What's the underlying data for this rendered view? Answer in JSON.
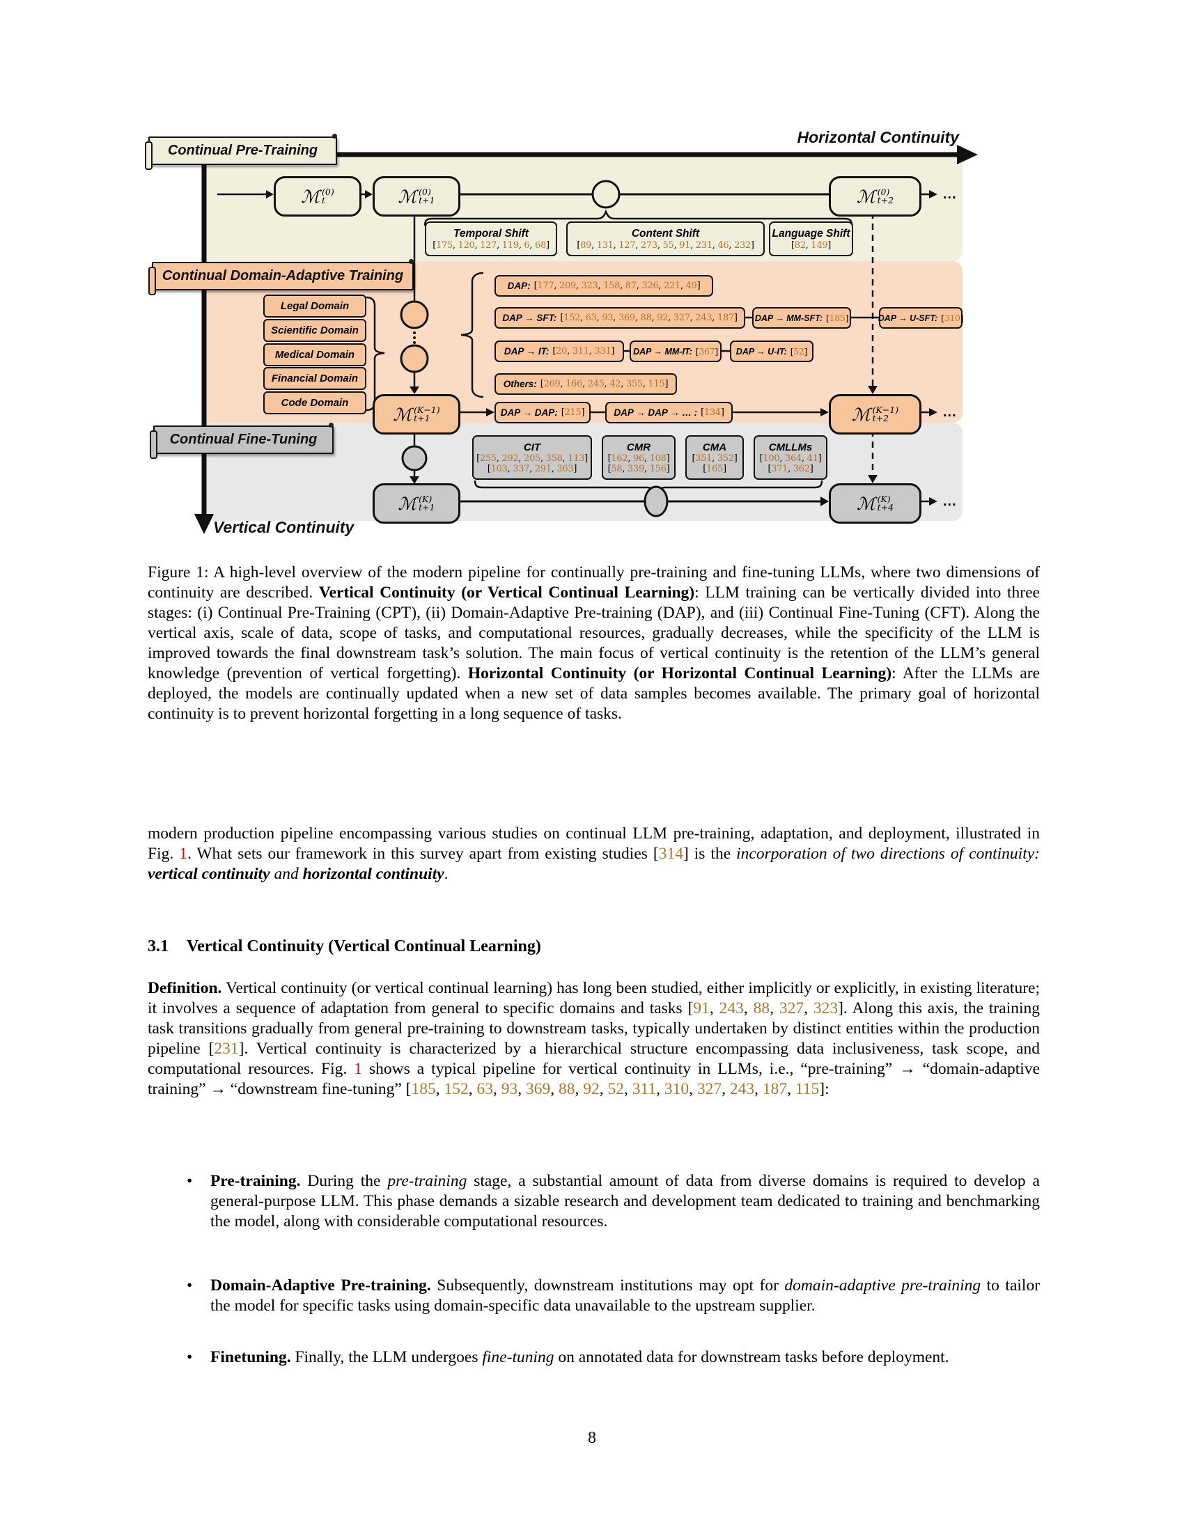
{
  "figure": {
    "h_axis": "Horizontal Continuity",
    "v_axis": "Vertical Continuity",
    "ellipsis": "...",
    "banners": {
      "cpt": "Continual Pre-Training",
      "dap": "Continual Domain-Adaptive Training",
      "cft": "Continual Fine-Tuning"
    },
    "nodes": {
      "m_t0": {
        "m": "ℳ",
        "sup": "(0)",
        "sub": "t"
      },
      "m_t1_0": {
        "m": "ℳ",
        "sup": "(0)",
        "sub": "t+1"
      },
      "m_t2_0": {
        "m": "ℳ",
        "sup": "(0)",
        "sub": "t+2"
      },
      "m_t1_k1": {
        "m": "ℳ",
        "sup": "(K−1)",
        "sub": "t+1"
      },
      "m_t2_k1": {
        "m": "ℳ",
        "sup": "(K−1)",
        "sub": "t+2"
      },
      "m_t1_k": {
        "m": "ℳ",
        "sup": "(K)",
        "sub": "t+1"
      },
      "m_t4_k": {
        "m": "ℳ",
        "sup": "(K)",
        "sub": "t+4"
      }
    },
    "shift_boxes": [
      {
        "title": "Temporal Shift",
        "cites": [
          175,
          120,
          127,
          119,
          6,
          68
        ]
      },
      {
        "title": "Content Shift",
        "cites": [
          89,
          131,
          127,
          273,
          55,
          91,
          231,
          46,
          232
        ]
      },
      {
        "title": "Language Shift",
        "cites": [
          82,
          149
        ]
      }
    ],
    "domains": [
      "Legal Domain",
      "Scientific Domain",
      "Medical Domain",
      "Financial Domain",
      "Code Domain"
    ],
    "dap_boxes": {
      "dap": {
        "label": "DAP:",
        "cites": [
          177,
          209,
          323,
          158,
          87,
          326,
          221,
          49
        ]
      },
      "sft": {
        "label": "DAP → SFT:",
        "cites": [
          152,
          63,
          93,
          369,
          88,
          92,
          327,
          243,
          187
        ]
      },
      "mm_sft": {
        "label": "DAP → MM-SFT:",
        "cites": [
          185
        ]
      },
      "u_sft": {
        "label": "DAP → U-SFT:",
        "cites": [
          310
        ]
      },
      "it": {
        "label": "DAP → IT:",
        "cites": [
          20,
          311,
          331
        ]
      },
      "mm_it": {
        "label": "DAP → MM-IT:",
        "cites": [
          367
        ]
      },
      "u_it": {
        "label": "DAP → U-IT:",
        "cites": [
          52
        ]
      },
      "others": {
        "label": "Others:",
        "cites": [
          269,
          166,
          245,
          42,
          355,
          115
        ]
      },
      "dap2dap": {
        "label": "DAP → DAP:",
        "cites": [
          215
        ]
      },
      "dap2dap_more": {
        "label": "DAP → DAP → … :",
        "cites": [
          134
        ]
      }
    },
    "cft_boxes": [
      {
        "title": "CIT",
        "cites1": [
          255,
          292,
          205,
          358,
          113
        ],
        "cites2": [
          103,
          337,
          291,
          363
        ]
      },
      {
        "title": "CMR",
        "cites1": [
          162,
          96,
          108
        ],
        "cites2": [
          58,
          339,
          156
        ]
      },
      {
        "title": "CMA",
        "cites1": [
          351,
          352
        ],
        "cites2": [
          165
        ]
      },
      {
        "title": "CMLLMs",
        "cites1": [
          100,
          364,
          41
        ],
        "cites2": [
          371,
          362
        ]
      }
    ]
  },
  "caption": {
    "segments": [
      {
        "t": "Figure 1: A high-level overview of the modern pipeline for continually pre-training and fine-tuning LLMs, where two dimensions of continuity are described. "
      },
      {
        "t": "Vertical Continuity (or Vertical Continual Learning)",
        "c": "b"
      },
      {
        "t": ": LLM training can be vertically divided into three stages: (i) Continual Pre-Training (CPT), (ii) Domain-Adaptive Pre-training (DAP), and (iii) Continual Fine-Tuning (CFT). Along the vertical axis, scale of data, scope of tasks, and computational resources, gradually decreases, while the specificity of the LLM is improved towards the final downstream task’s solution. The main focus of vertical continuity is the retention of the LLM’s general knowledge (prevention of vertical forgetting). "
      },
      {
        "t": "Horizontal Continuity (or Horizontal Continual Learning)",
        "c": "b"
      },
      {
        "t": ": After the LLMs are deployed, the models are continually updated when a new set of data samples becomes available. The primary goal of horizontal continuity is to prevent horizontal forgetting in a long sequence of tasks."
      }
    ]
  },
  "body": {
    "para1": {
      "segments": [
        {
          "t": "modern production pipeline encompassing various studies on continual LLM pre-training, adaptation, and deployment, illustrated in Fig. "
        },
        {
          "t": "1",
          "c": "rref"
        },
        {
          "t": ". What sets our framework in this survey apart from existing studies ["
        },
        {
          "t": "314",
          "c": "oref"
        },
        {
          "t": "] is the "
        },
        {
          "t": "incorporation of two directions of continuity: ",
          "c": "i"
        },
        {
          "t": "vertical continuity",
          "c": "bi"
        },
        {
          "t": " and ",
          "c": "i"
        },
        {
          "t": "horizontal continuity",
          "c": "bi"
        },
        {
          "t": "."
        }
      ]
    },
    "section": {
      "number": "3.1",
      "title": "Vertical Continuity (Vertical Continual Learning)"
    },
    "definition": {
      "segments": [
        {
          "t": "Definition.",
          "c": "b"
        },
        {
          "t": "   Vertical continuity (or vertical continual learning) has long been studied, either implicitly or explicitly, in existing literature; it involves a sequence of adaptation from general to specific domains and tasks "
        },
        {
          "cites": [
            91,
            243,
            88,
            327,
            323
          ]
        },
        {
          "t": ". Along this axis, the training task transitions gradually from general pre-training to downstream tasks, typically undertaken by distinct entities within the production pipeline "
        },
        {
          "cites": [
            231
          ]
        },
        {
          "t": ". Vertical continuity is characterized by a hierarchical structure encompassing data inclusiveness, task scope, and computational resources. Fig. "
        },
        {
          "t": "1",
          "c": "rref"
        },
        {
          "t": " shows a typical pipeline for vertical continuity in LLMs, i.e., “pre-training” → “domain-adaptive training” → “downstream fine-tuning” "
        },
        {
          "cites": [
            185,
            152,
            63,
            93,
            369,
            88,
            92,
            52,
            311,
            310,
            327,
            243,
            187,
            115
          ]
        },
        {
          "t": ":"
        }
      ]
    },
    "bullet_char": "•",
    "bullets": [
      {
        "segments": [
          {
            "t": "Pre-training.",
            "c": "b"
          },
          {
            "t": "  During the "
          },
          {
            "t": "pre-training",
            "c": "i"
          },
          {
            "t": " stage, a substantial amount of data from diverse domains is required to develop a general-purpose LLM. This phase demands a sizable research and development team dedicated to training and benchmarking the model, along with considerable computational resources."
          }
        ]
      },
      {
        "segments": [
          {
            "t": "Domain-Adaptive Pre-training.",
            "c": "b"
          },
          {
            "t": "  Subsequently, downstream institutions may opt for "
          },
          {
            "t": "domain-adaptive pre-training",
            "c": "i"
          },
          {
            "t": " to tailor the model for specific tasks using domain-specific data unavailable to the upstream supplier."
          }
        ]
      },
      {
        "segments": [
          {
            "t": "Finetuning.",
            "c": "b"
          },
          {
            "t": "  Finally, the LLM undergoes "
          },
          {
            "t": "fine-tuning",
            "c": "i"
          },
          {
            "t": " on annotated data for downstream tasks before deployment."
          }
        ]
      }
    ]
  },
  "page_number": "8",
  "colors": {
    "cite_orange": "#b5722d",
    "fig_ref_red": "#cc1100",
    "band_cream": "#f1f0dc",
    "band_salmon": "#fadcc4",
    "band_gray": "#e8e8e8"
  }
}
